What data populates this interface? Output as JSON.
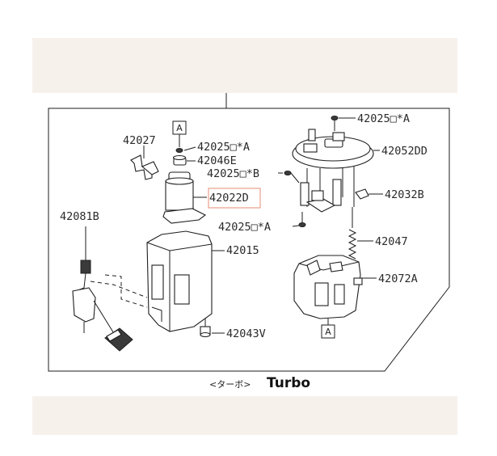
{
  "labels": {
    "p42027": "42027",
    "p42025_a1": "42025□*A",
    "p42046e": "42046E",
    "p42022d": "42022D",
    "p42081b": "42081B",
    "p42015": "42015",
    "p42043v": "42043V",
    "p42025_a_top": "42025□*A",
    "p42052dd": "42052DD",
    "p42025_b": "42025□*B",
    "p42032b": "42032B",
    "p42025_a2": "42025□*A",
    "p42047": "42047",
    "p42072a": "42072A"
  },
  "ref_boxes": {
    "box_a_left": "A",
    "box_a_bottom": "A"
  },
  "caption": {
    "japanese": "<ターボ>",
    "english": "Turbo"
  },
  "highlight_color": "#e9a08c",
  "band_color": "#f7f1ec"
}
